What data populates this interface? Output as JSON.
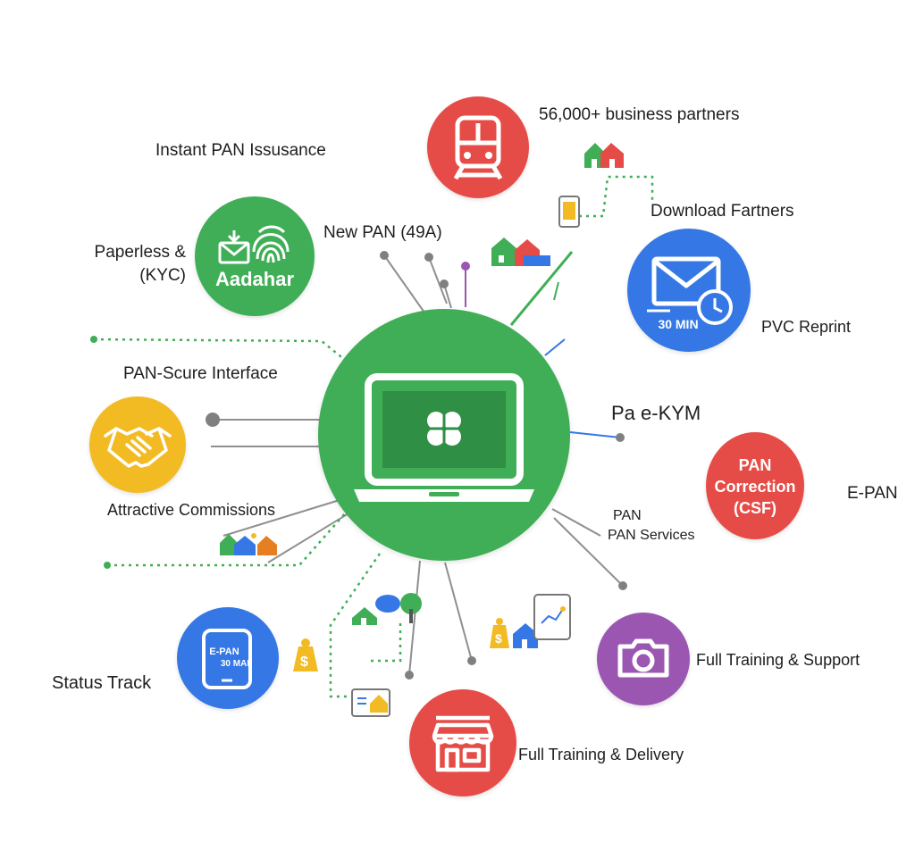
{
  "labels": {
    "partners": "56,000+ business partners",
    "instant_pan": "Instant PAN Issusance",
    "download_partners": "Download Fartners",
    "new_pan": "New PAN (49A)",
    "paperless": "Paperless &",
    "kyc": "(KYC)",
    "pvc_reprint": "PVC Reprint",
    "secure_interface": "PAN-Scure Interface",
    "pa_ekym": "Pa e-KYM",
    "epan": "E-PAN",
    "attractive_commissions": "Attractive Commissions",
    "pan": "PAN",
    "pan_services": "PAN Services",
    "full_training_support": "Full Training & Support",
    "status_track": "Status Track",
    "full_training_delivery": "Full Training & Delivery"
  },
  "nodes": {
    "aadhaar_text": "Aadahar",
    "email_time": "30 MIN",
    "pan_correction": [
      "PAN",
      "Correction",
      "(CSF)"
    ],
    "epan_phone": [
      "E-PAN",
      "30 MAI"
    ]
  },
  "colors": {
    "red": "#e64c47",
    "green": "#3fae56",
    "blue": "#3578e5",
    "yellow": "#f2bb24",
    "purple": "#9b56b2",
    "line_gray": "#8f8f8f",
    "dot_green": "#3fae56"
  },
  "icons": {
    "hub": "laptop-clover-icon",
    "train": "train-icon",
    "aadhaar": "fingerprint-mail-icon",
    "email": "email-clock-icon",
    "handshake": "handshake-icon",
    "correction": "pan-correction-badge",
    "phone": "epan-phone-icon",
    "camera": "camera-icon",
    "store": "storefront-icon"
  }
}
